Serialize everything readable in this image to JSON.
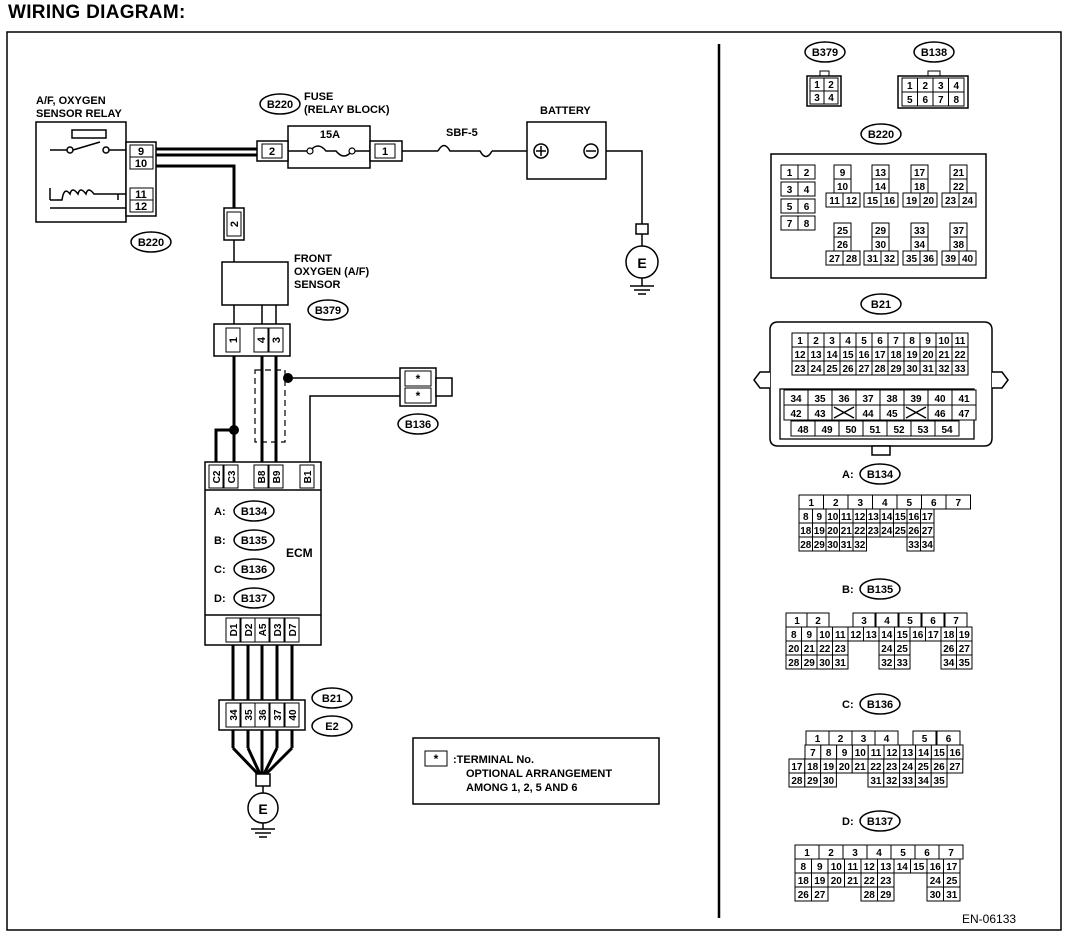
{
  "title": "WIRING DIAGRAM:",
  "doc_code": "EN-06133",
  "labels": {
    "relay": [
      "A/F, OXYGEN",
      "SENSOR RELAY"
    ],
    "fuse": [
      "FUSE",
      "(RELAY BLOCK)"
    ],
    "fuse_rating": "15A",
    "sbf": "SBF-5",
    "battery": "BATTERY",
    "sensor": [
      "FRONT",
      "OXYGEN (A/F)",
      "SENSOR"
    ],
    "ecm": "ECM",
    "ground": "E"
  },
  "connectors": {
    "relay": "B220",
    "fuse": "B220",
    "sensor": "B379",
    "harness": "B136",
    "ground_a": "B21",
    "ground_b": "E2"
  },
  "ecm_refs": [
    {
      "letter": "A:",
      "code": "B134"
    },
    {
      "letter": "B:",
      "code": "B135"
    },
    {
      "letter": "C:",
      "code": "B136"
    },
    {
      "letter": "D:",
      "code": "B137"
    }
  ],
  "pins": {
    "relay": [
      "9",
      "10",
      "11",
      "12"
    ],
    "fuse_left": "2",
    "fuse_right": "1",
    "sensor_top": "2",
    "sensor_bottom": [
      "1",
      "4",
      "3"
    ],
    "harness": [
      "*",
      "*"
    ],
    "ecm_top": [
      "C2",
      "C3",
      "B8",
      "B9",
      "B1"
    ],
    "ecm_bottom": [
      "D1",
      "D2",
      "A5",
      "D3",
      "D7"
    ],
    "ground": [
      "34",
      "35",
      "36",
      "37",
      "40"
    ]
  },
  "legend": {
    "symbol": "*",
    "lines": [
      ":TERMINAL No.",
      "OPTIONAL ARRANGEMENT",
      "AMONG 1, 2, 5 AND 6"
    ]
  },
  "connector_views": {
    "b379": {
      "code": "B379",
      "rows": [
        [
          "1",
          "2"
        ],
        [
          "3",
          "4"
        ]
      ]
    },
    "b138": {
      "code": "B138",
      "rows": [
        [
          "1",
          "2",
          "3",
          "4"
        ],
        [
          "5",
          "6",
          "7",
          "8"
        ]
      ]
    },
    "b220": {
      "code": "B220",
      "groups": [
        [
          [
            "1",
            "2"
          ],
          [
            "3",
            "4"
          ],
          [
            "5",
            "6"
          ],
          [
            "7",
            "8"
          ]
        ],
        [
          [
            "9"
          ],
          [
            "10"
          ],
          [
            "11",
            "12"
          ]
        ],
        [
          [
            "13"
          ],
          [
            "14"
          ],
          [
            "15",
            "16"
          ]
        ],
        [
          [
            "17"
          ],
          [
            "18"
          ],
          [
            "19",
            "20"
          ]
        ],
        [
          [
            "21"
          ],
          [
            "22"
          ],
          [
            "23",
            "24"
          ]
        ],
        [
          [
            "25"
          ],
          [
            "26"
          ],
          [
            "27",
            "28"
          ]
        ],
        [
          [
            "29"
          ],
          [
            "30"
          ],
          [
            "31",
            "32"
          ]
        ],
        [
          [
            "33"
          ],
          [
            "34"
          ],
          [
            "35",
            "36"
          ]
        ],
        [
          [
            "37"
          ],
          [
            "38"
          ],
          [
            "39",
            "40"
          ]
        ]
      ]
    },
    "b21": {
      "code": "B21",
      "rows": [
        [
          "1",
          "2",
          "3",
          "4",
          "5",
          "6",
          "7",
          "8",
          "9",
          "10",
          "11"
        ],
        [
          "12",
          "13",
          "14",
          "15",
          "16",
          "17",
          "18",
          "19",
          "20",
          "21",
          "22"
        ],
        [
          "23",
          "24",
          "25",
          "26",
          "27",
          "28",
          "29",
          "30",
          "31",
          "32",
          "33"
        ],
        [
          "34",
          "35",
          "36",
          "37",
          "38",
          "39",
          "40",
          "41"
        ],
        [
          "42",
          "43",
          "X",
          "44",
          "45",
          "X",
          "46",
          "47"
        ],
        [
          "48",
          "49",
          "50",
          "51",
          "52",
          "53",
          "54"
        ]
      ]
    },
    "a": {
      "letter": "A:",
      "code": "B134",
      "rows": [
        [
          "1",
          "2",
          "3",
          "4",
          "5",
          "6",
          "7"
        ],
        [
          "8",
          "9",
          "10",
          "11",
          "12",
          "13",
          "14",
          "15",
          "16",
          "17"
        ],
        [
          "18",
          "19",
          "20",
          "21",
          "22",
          "23",
          "24",
          "25",
          "26",
          "27"
        ],
        [
          "28",
          "29",
          "30",
          "31",
          "32",
          "",
          "",
          "",
          "33",
          "34"
        ]
      ]
    },
    "b": {
      "letter": "B:",
      "code": "B135",
      "rows": [
        [
          "1",
          "2",
          "",
          "3",
          "4",
          "5",
          "6",
          "7"
        ],
        [
          "8",
          "9",
          "10",
          "11",
          "12",
          "13",
          "14",
          "15",
          "16",
          "17",
          "18",
          "19"
        ],
        [
          "20",
          "21",
          "22",
          "23",
          "",
          "",
          "24",
          "25",
          "",
          "",
          "26",
          "27"
        ],
        [
          "28",
          "29",
          "30",
          "31",
          "",
          "",
          "32",
          "33",
          "",
          "",
          "34",
          "35"
        ]
      ]
    },
    "c": {
      "letter": "C:",
      "code": "B136",
      "rows": [
        [
          "",
          "1",
          "2",
          "3",
          "4",
          "",
          "5",
          "6"
        ],
        [
          "7",
          "8",
          "9",
          "10",
          "11",
          "12",
          "13",
          "14",
          "15",
          "16"
        ],
        [
          "17",
          "18",
          "19",
          "20",
          "21",
          "22",
          "23",
          "24",
          "25",
          "26",
          "27"
        ],
        [
          "28",
          "29",
          "30",
          "",
          "",
          "31",
          "32",
          "33",
          "34",
          "35"
        ]
      ]
    },
    "d": {
      "letter": "D:",
      "code": "B137",
      "rows": [
        [
          "1",
          "2",
          "3",
          "4",
          "5",
          "6",
          "7"
        ],
        [
          "8",
          "9",
          "10",
          "11",
          "12",
          "13",
          "14",
          "15",
          "16",
          "17"
        ],
        [
          "18",
          "19",
          "20",
          "21",
          "22",
          "23",
          "",
          "",
          "24",
          "25"
        ],
        [
          "26",
          "27",
          "",
          "",
          "28",
          "29",
          "",
          "",
          "30",
          "31"
        ]
      ]
    }
  }
}
